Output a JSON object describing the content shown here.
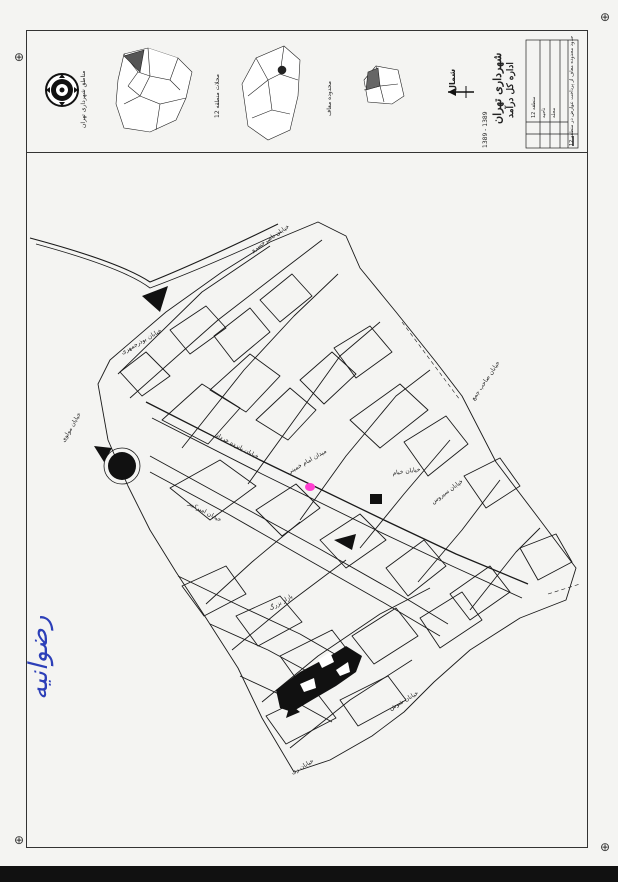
{
  "title_block": {
    "organization": "شهرداری تهران",
    "department": "اداره کل درآمد",
    "date_range": "1389 - 1389",
    "project": "حدود محدوده معاف از پرداخت عوارض در منطقه 12",
    "row_labels": [
      "منطقه 12",
      "ناحیه",
      "محله"
    ],
    "north_label": "شمال"
  },
  "key_maps": {
    "city_map_label": "مناطق شهرداری تهران",
    "district_map_label": "محلات منطقه 12",
    "neighborhood_map_label": "محدوده معاف"
  },
  "map": {
    "street_labels": [
      "خیابان ناصرخسرو",
      "خیابان بوذرجمهری",
      "خیابان مولوی",
      "خیابان پانزده خرداد",
      "خیابان امیرکبیر",
      "میدان امام خمینی",
      "خیابان خیام",
      "خیابان سیروس",
      "خیابان صاحب جمع",
      "بازار بزرگ",
      "خیابان شوش",
      "خیابان ری"
    ]
  },
  "annotation": {
    "handwritten_note": "رضوانیه"
  },
  "colors": {
    "ink": "#1a1a1a",
    "highlight": "#ff3fd0",
    "signature": "#2c3fb8",
    "paper": "#f4f4f2"
  },
  "icons": [
    "logo-emblem-icon",
    "north-arrow-icon",
    "scan-mark-icon"
  ]
}
